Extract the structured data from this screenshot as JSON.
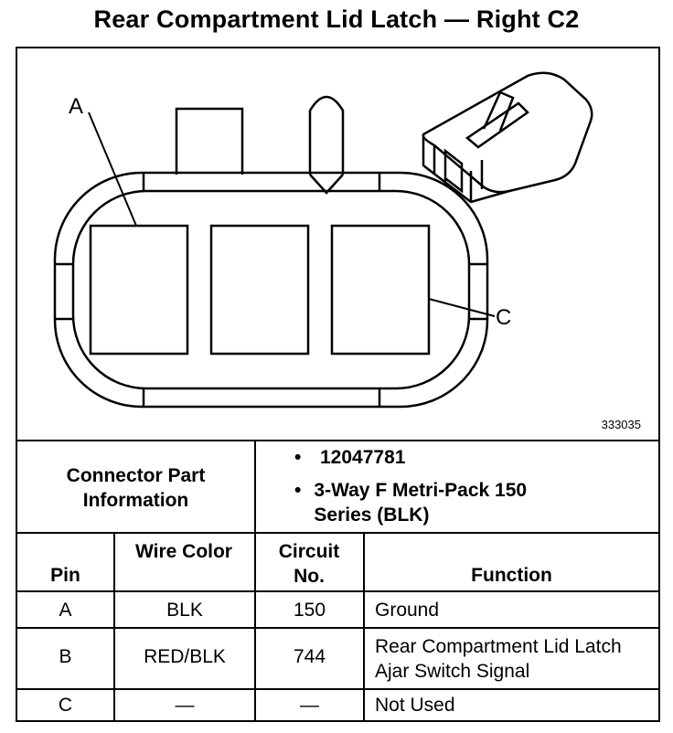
{
  "title": "Rear Compartment Lid Latch — Right C2",
  "diagram": {
    "label_a": "A",
    "label_c": "C",
    "figure_number": "333035"
  },
  "connector_info": {
    "label": "Connector Part Information",
    "items": [
      "12047781",
      "3-Way F Metri-Pack 150 Series (BLK)"
    ]
  },
  "table": {
    "headers": {
      "pin": "Pin",
      "wire_color": "Wire Color",
      "circuit_no": "Circuit No.",
      "function": "Function"
    },
    "rows": [
      {
        "pin": "A",
        "wire_color": "BLK",
        "circuit": "150",
        "function": "Ground"
      },
      {
        "pin": "B",
        "wire_color": "RED/BLK",
        "circuit": "744",
        "function": "Rear Compartment Lid Latch Ajar Switch Signal"
      },
      {
        "pin": "C",
        "wire_color": "—",
        "circuit": "—",
        "function": "Not Used"
      }
    ]
  }
}
